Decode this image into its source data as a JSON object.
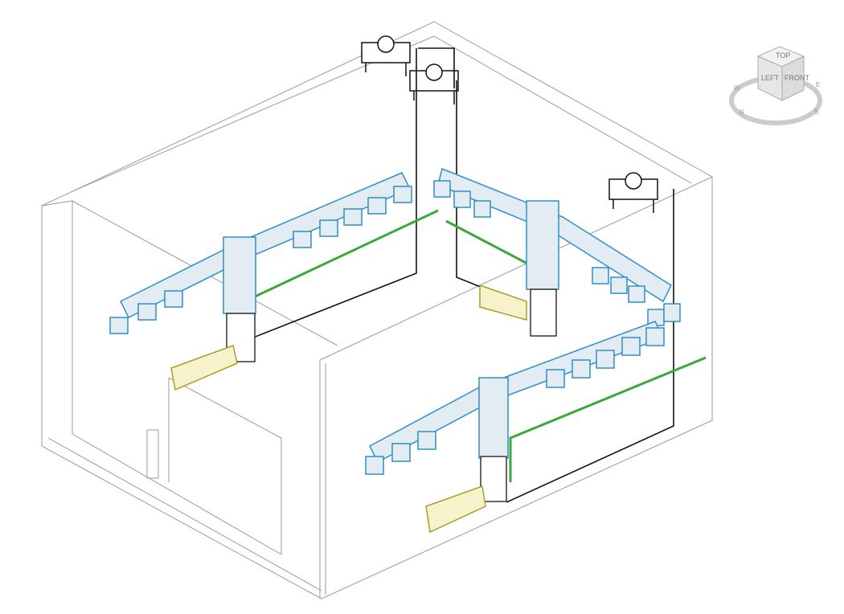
{
  "viewcube": {
    "top": "TOP",
    "left": "LEFT",
    "front": "FRONT",
    "compass": {
      "w": "W",
      "e": "E",
      "s": "S",
      "n": "N"
    }
  },
  "colors": {
    "duct": "#2f8fc8",
    "duct_fill": "#dfe9f3",
    "pipe": "#3aa83a",
    "intake": "#a8a020",
    "wall": "#999999",
    "cable": "#111111"
  }
}
